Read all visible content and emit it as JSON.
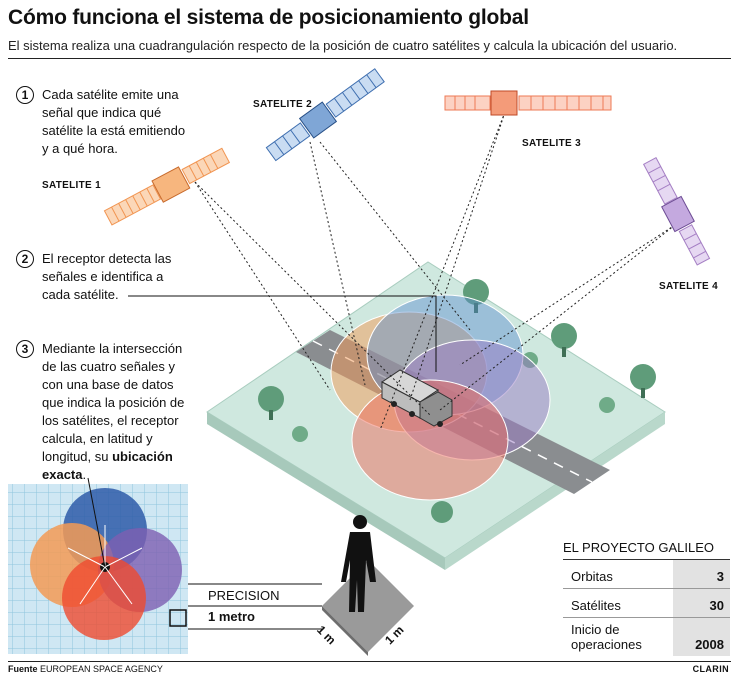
{
  "header": {
    "title": "Cómo funciona el sistema de posicionamiento global",
    "subtitle": "El sistema realiza una cuadrangulación respecto de la posición de cuatro satélites y calcula la ubicación del usuario."
  },
  "steps": [
    {
      "num": "1",
      "text": "Cada satélite emite una señal que indica qué satélite la está emitiendo y a qué hora."
    },
    {
      "num": "2",
      "text": "El receptor detecta las señales e identifica a cada satélite."
    },
    {
      "num": "3",
      "text_before": "Mediante la intersección de las cuatro señales y con una base de datos que indica la posición de los satélites, el receptor calcula, en latitud y longitud, su ",
      "text_bold": "ubicación exacta",
      "text_after": "."
    }
  ],
  "satellites": [
    {
      "label": "SATELITE 1",
      "color": "#f19552"
    },
    {
      "label": "SATELITE 2",
      "color": "#3f6fb0"
    },
    {
      "label": "SATELITE 3",
      "color": "#ee7a55"
    },
    {
      "label": "SATELITE 4",
      "color": "#a57fc4"
    }
  ],
  "precision": {
    "label": "PRECISION",
    "value": "1 metro",
    "dim_a": "1 m",
    "dim_b": "1 m"
  },
  "galileo": {
    "title": "EL PROYECTO GALILEO",
    "rows": [
      {
        "label": "Orbitas",
        "value": "3"
      },
      {
        "label": "Satélites",
        "value": "30"
      },
      {
        "label": "Inicio de operaciones",
        "value": "2008"
      }
    ]
  },
  "footer": {
    "source_label": "Fuente",
    "source": "EUROPEAN SPACE AGENCY",
    "credit": "CLARIN"
  },
  "colors": {
    "ground": "#cfe8df",
    "road": "#8a8d90",
    "grid": "#a8d3e6",
    "circle_blue": "#5b8fd0",
    "circle_orange": "#f39a55",
    "circle_red": "#ee6b5c",
    "circle_purple": "#9a7cc3"
  }
}
